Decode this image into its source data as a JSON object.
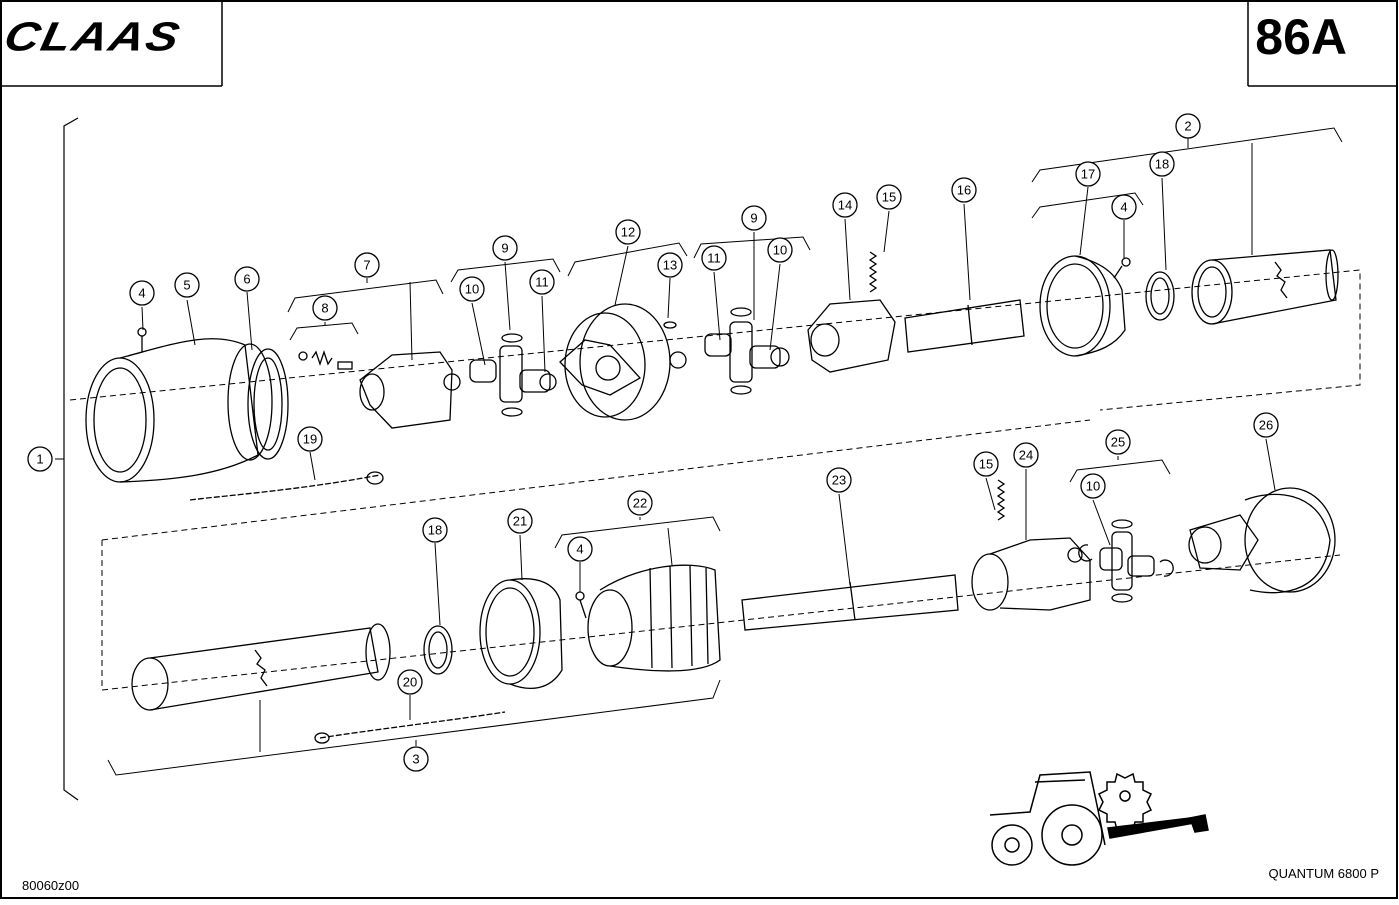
{
  "header": {
    "brand": "CLAAS",
    "page_number": "86A"
  },
  "footer": {
    "drawing_number": "80060z00",
    "model": "QUANTUM 6800 P"
  },
  "callouts": [
    {
      "id": "c1",
      "label": "1"
    },
    {
      "id": "c2",
      "label": "2"
    },
    {
      "id": "c3",
      "label": "3"
    },
    {
      "id": "c4a",
      "label": "4"
    },
    {
      "id": "c5",
      "label": "5"
    },
    {
      "id": "c6",
      "label": "6"
    },
    {
      "id": "c7",
      "label": "7"
    },
    {
      "id": "c8",
      "label": "8"
    },
    {
      "id": "c9a",
      "label": "9"
    },
    {
      "id": "c10a",
      "label": "10"
    },
    {
      "id": "c11a",
      "label": "11"
    },
    {
      "id": "c12",
      "label": "12"
    },
    {
      "id": "c13",
      "label": "13"
    },
    {
      "id": "c11b",
      "label": "11"
    },
    {
      "id": "c9b",
      "label": "9"
    },
    {
      "id": "c10b",
      "label": "10"
    },
    {
      "id": "c14",
      "label": "14"
    },
    {
      "id": "c15a",
      "label": "15"
    },
    {
      "id": "c16",
      "label": "16"
    },
    {
      "id": "c17",
      "label": "17"
    },
    {
      "id": "c4b",
      "label": "4"
    },
    {
      "id": "c18a",
      "label": "18"
    },
    {
      "id": "c19",
      "label": "19"
    },
    {
      "id": "c18b",
      "label": "18"
    },
    {
      "id": "c21",
      "label": "21"
    },
    {
      "id": "c22",
      "label": "22"
    },
    {
      "id": "c4c",
      "label": "4"
    },
    {
      "id": "c23",
      "label": "23"
    },
    {
      "id": "c15b",
      "label": "15"
    },
    {
      "id": "c24",
      "label": "24"
    },
    {
      "id": "c25",
      "label": "25"
    },
    {
      "id": "c10c",
      "label": "10"
    },
    {
      "id": "c26",
      "label": "26"
    },
    {
      "id": "c20",
      "label": "20"
    }
  ]
}
